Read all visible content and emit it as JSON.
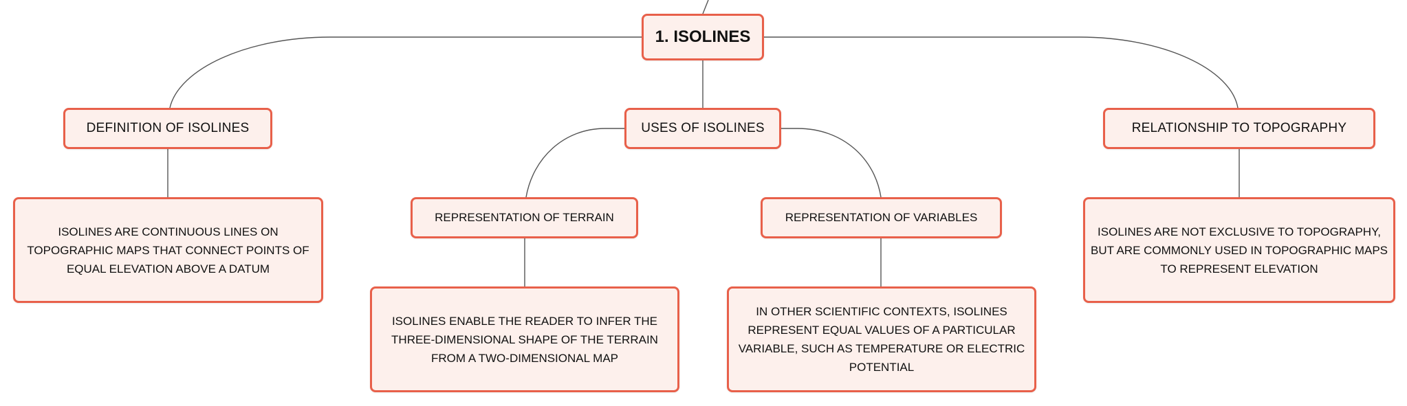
{
  "diagram": {
    "root": {
      "label": "1. ISOLINES"
    },
    "branches": [
      {
        "label": "DEFINITION OF ISOLINES",
        "detail": "ISOLINES ARE CONTINUOUS LINES ON TOPOGRAPHIC MAPS THAT CONNECT POINTS OF EQUAL ELEVATION ABOVE A DATUM"
      },
      {
        "label": "USES OF ISOLINES",
        "children": [
          {
            "label": "REPRESENTATION OF TERRAIN",
            "detail": "ISOLINES ENABLE THE READER TO INFER THE THREE-DIMENSIONAL SHAPE OF THE TERRAIN FROM A TWO-DIMENSIONAL MAP"
          },
          {
            "label": "REPRESENTATION OF VARIABLES",
            "detail": "IN OTHER SCIENTIFIC CONTEXTS, ISOLINES REPRESENT EQUAL VALUES OF A PARTICULAR VARIABLE, SUCH AS TEMPERATURE OR ELECTRIC POTENTIAL"
          }
        ]
      },
      {
        "label": "RELATIONSHIP TO TOPOGRAPHY",
        "detail": "ISOLINES ARE NOT EXCLUSIVE TO TOPOGRAPHY, BUT ARE COMMONLY USED IN TOPOGRAPHIC MAPS TO REPRESENT ELEVATION"
      }
    ]
  },
  "colors": {
    "node_border": "#e8604a",
    "node_fill": "#fdf0ec",
    "connector": "#555555",
    "text": "#111111"
  }
}
